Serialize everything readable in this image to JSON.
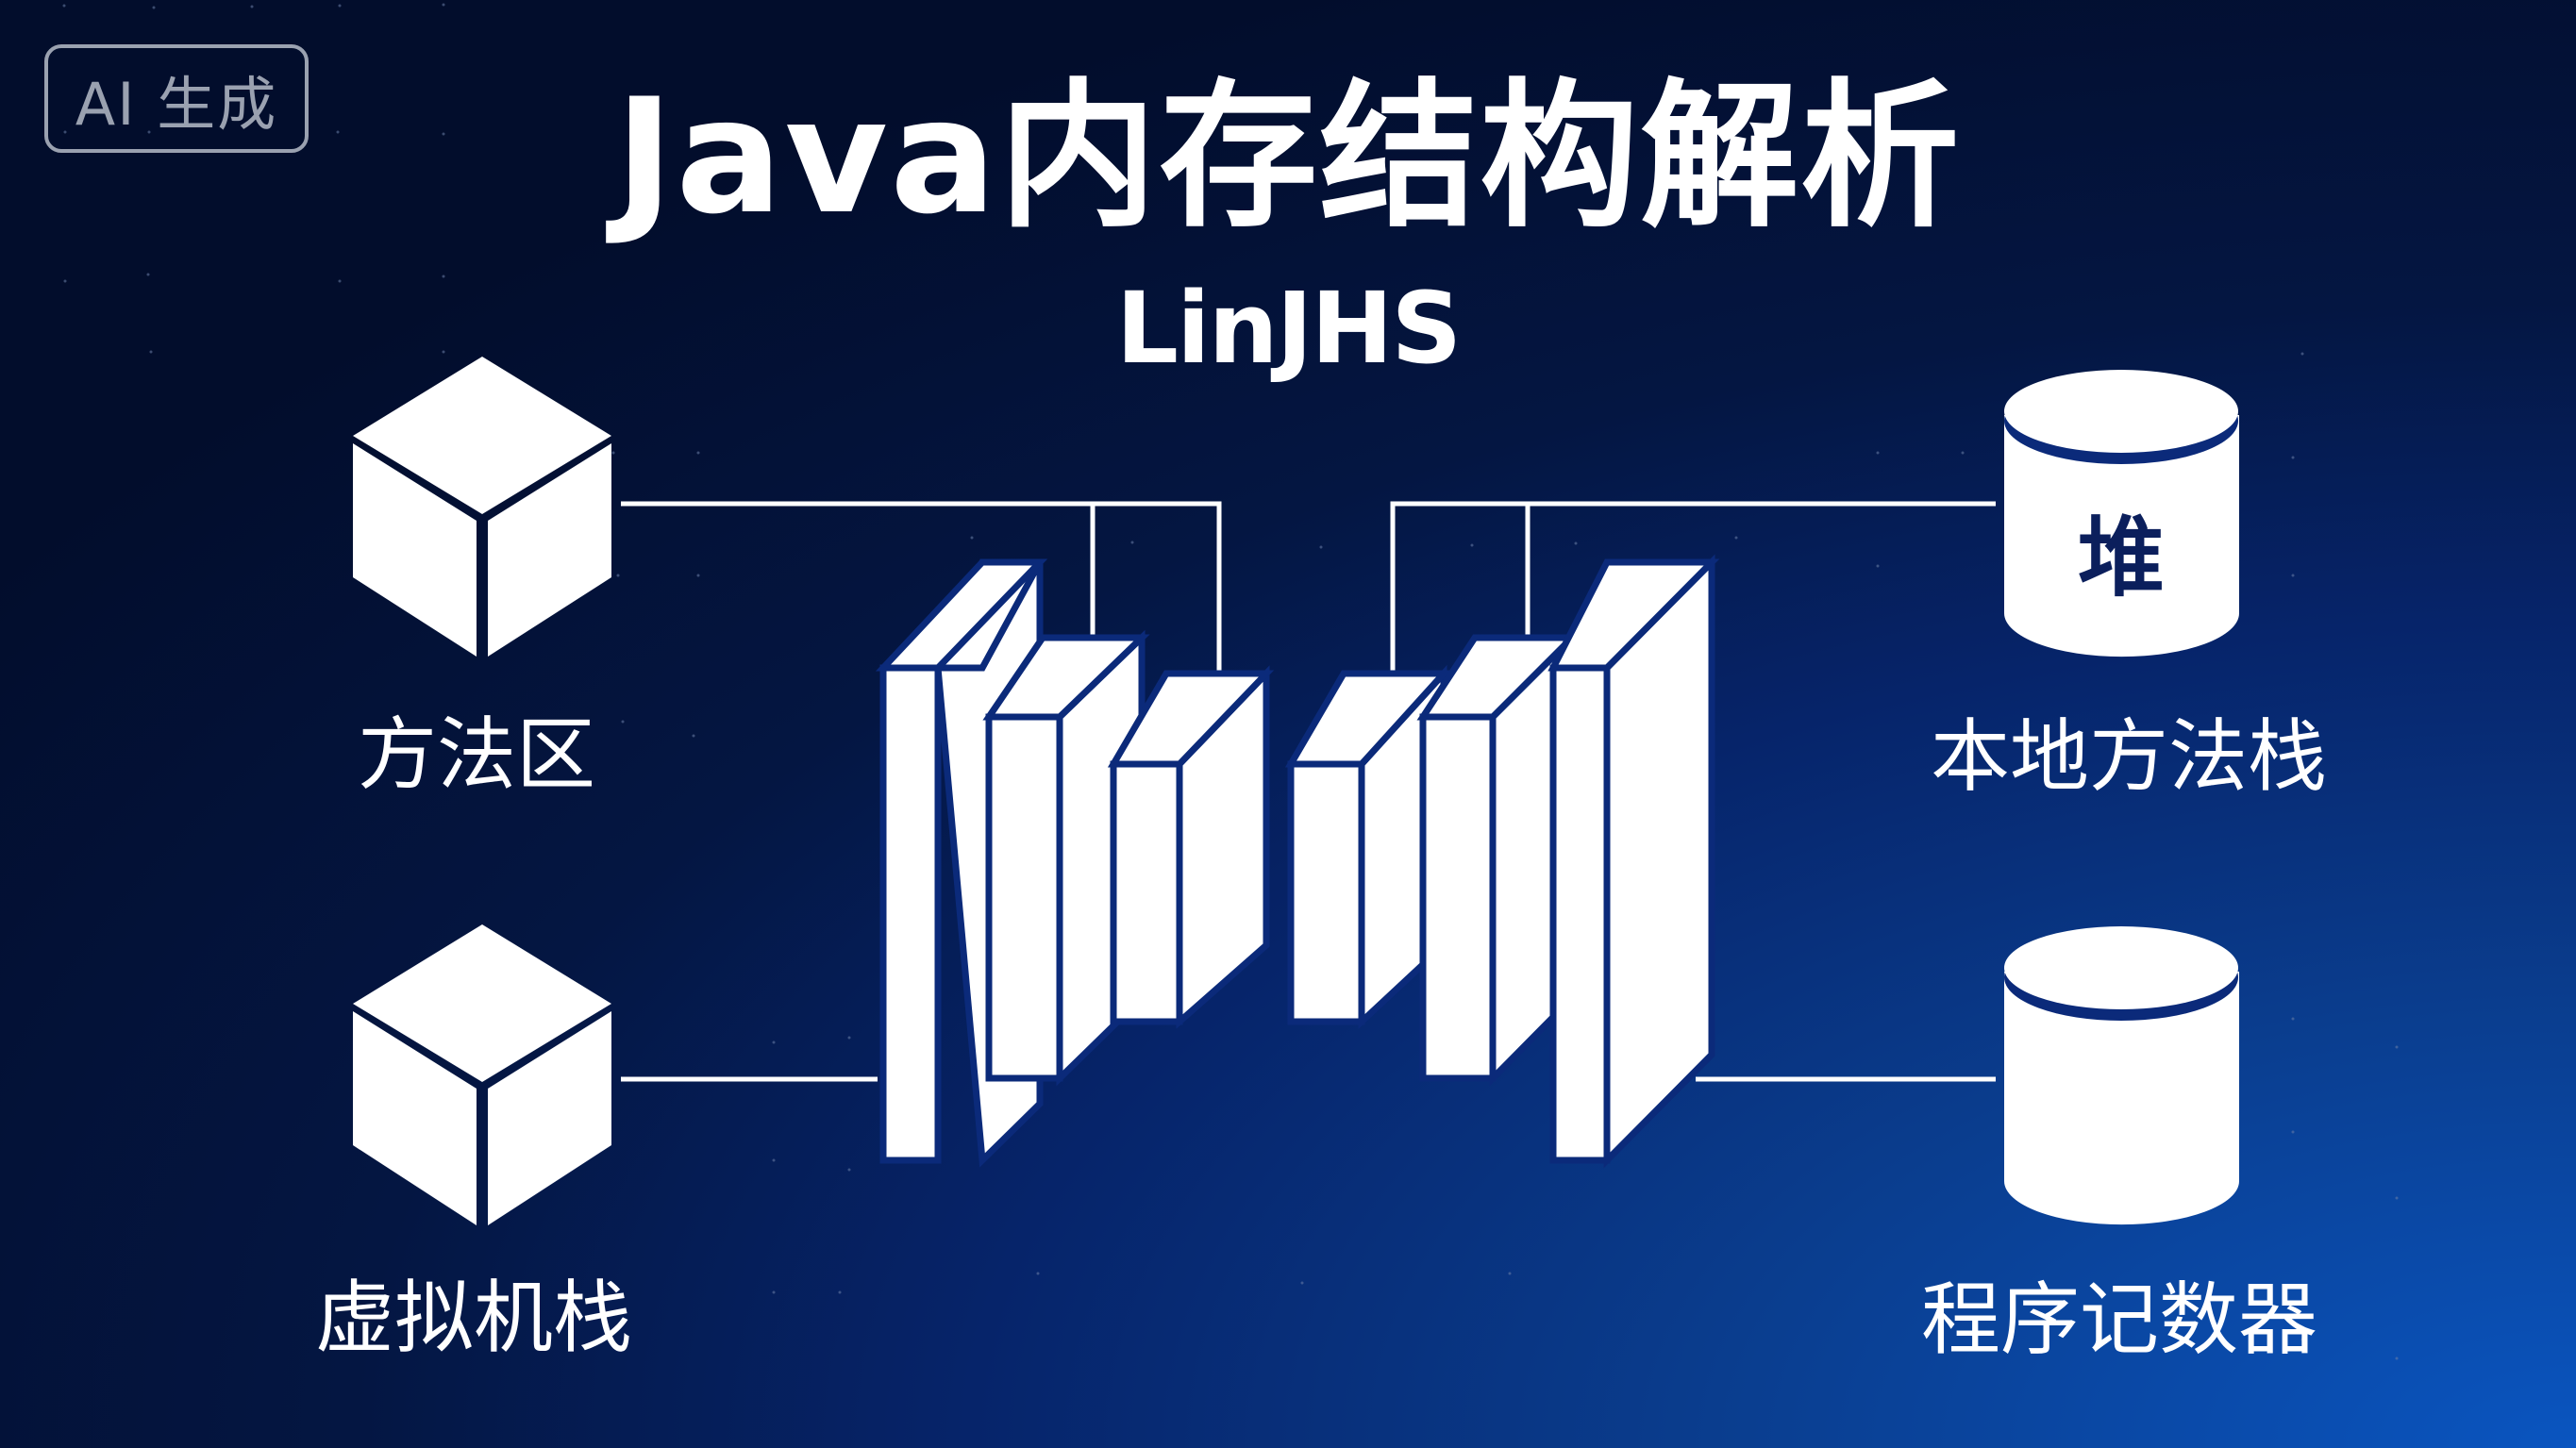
{
  "badge": {
    "label": "AI 生成"
  },
  "header": {
    "title": "Java内存结构解析",
    "author": "LinJHS"
  },
  "diagram": {
    "left_components": [
      {
        "label": "方法区",
        "icon": "cube-icon"
      },
      {
        "label": "虚拟机栈",
        "icon": "cube-icon"
      }
    ],
    "right_components": [
      {
        "label": "本地方法栈",
        "icon": "cylinder-icon",
        "inner_text": "堆"
      },
      {
        "label": "程序记数器",
        "icon": "cylinder-icon",
        "inner_text": ""
      }
    ],
    "center": {
      "icon": "memory-slabs-icon",
      "slab_count": 6
    }
  },
  "colors": {
    "background_dark": "#020d2c",
    "background_light": "#0a55c0",
    "shape_fill": "#ffffff",
    "shape_outline": "#0b2a7a",
    "badge": "#9aa1b0"
  }
}
